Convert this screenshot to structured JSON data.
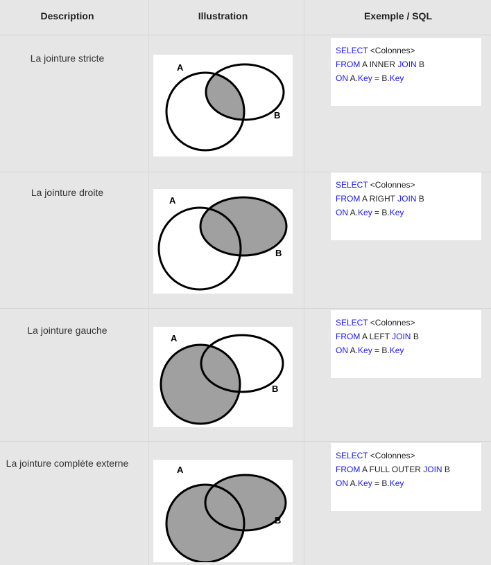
{
  "header": {
    "description": "Description",
    "illustration": "Illustration",
    "example": "Exemple / SQL"
  },
  "rows": [
    {
      "description": "La jointure stricte",
      "shading": "intersection",
      "label_a": "A",
      "label_b": "B",
      "sql": {
        "select": "SELECT",
        "columns": " <Colonnes>",
        "from": "FROM",
        "join_prefix": " A INNER ",
        "join": "JOIN",
        "join_suffix": " B",
        "on": "ON",
        "on_a": " A.",
        "key_a": "Key",
        "eq": " = B.",
        "key_b": "Key"
      }
    },
    {
      "description": "La jointure droite",
      "shading": "B",
      "label_a": "A",
      "label_b": "B",
      "sql": {
        "select": "SELECT",
        "columns": " <Colonnes>",
        "from": "FROM",
        "join_prefix": " A RIGHT ",
        "join": "JOIN",
        "join_suffix": " B",
        "on": "ON",
        "on_a": " A.",
        "key_a": "Key",
        "eq": " = B.",
        "key_b": "Key"
      }
    },
    {
      "description": "La jointure gauche",
      "shading": "A",
      "label_a": "A",
      "label_b": "B",
      "sql": {
        "select": "SELECT",
        "columns": " <Colonnes>",
        "from": "FROM",
        "join_prefix": " A LEFT ",
        "join": "JOIN",
        "join_suffix": " B",
        "on": "ON",
        "on_a": " A.",
        "key_a": "Key",
        "eq": " = B.",
        "key_b": "Key"
      }
    },
    {
      "description": "La jointure complète externe",
      "shading": "both",
      "label_a": "A",
      "label_b": "B",
      "sql": {
        "select": "SELECT",
        "columns": " <Colonnes>",
        "from": "FROM",
        "join_prefix": " A FULL OUTER ",
        "join": "JOIN",
        "join_suffix": " B",
        "on": "ON",
        "on_a": " A.",
        "key_a": "Key",
        "eq": " = B.",
        "key_b": "Key"
      }
    }
  ],
  "colors": {
    "background": "#e6e6e6",
    "keyword": "#1a1ae6",
    "shade": "#a0a0a0"
  }
}
